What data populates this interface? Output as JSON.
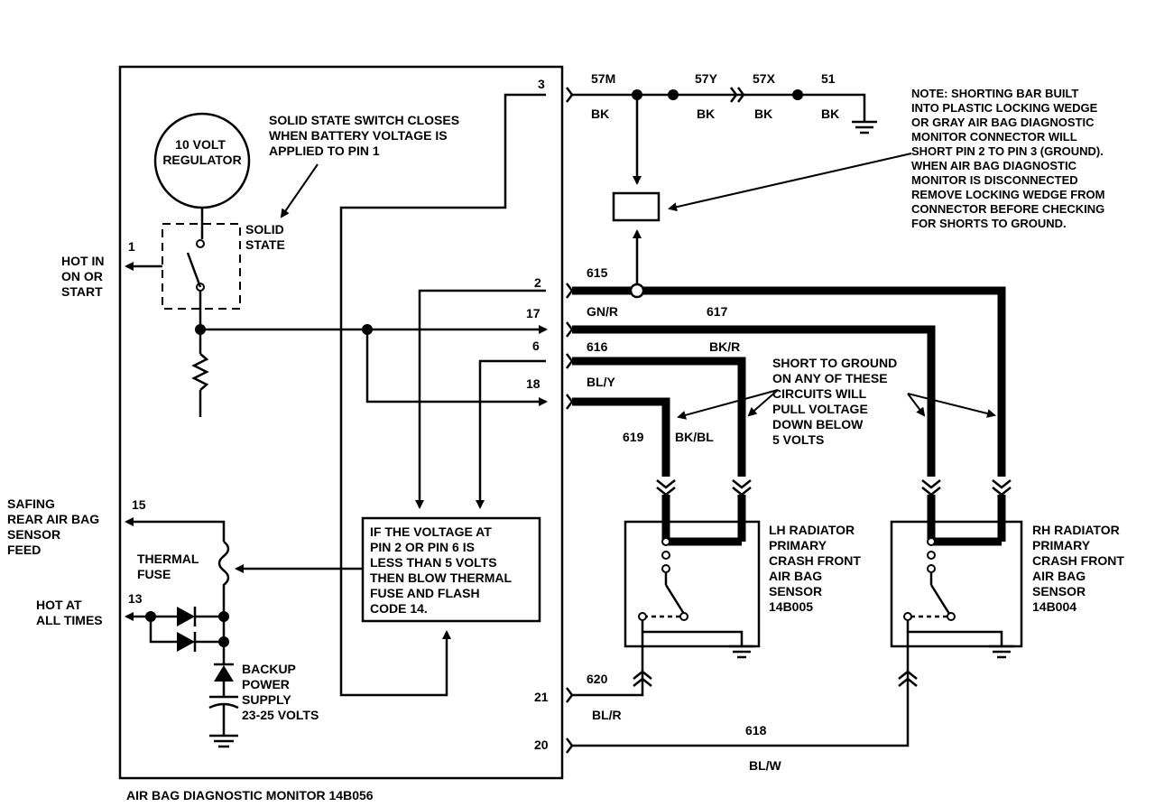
{
  "monitor": {
    "caption": "AIR BAG DIAGNOSTIC MONITOR 14B056",
    "regulator": [
      "10 VOLT",
      "REGULATOR"
    ],
    "switch_note": [
      "SOLID STATE SWITCH CLOSES",
      "WHEN BATTERY VOLTAGE IS",
      "APPLIED TO PIN 1"
    ],
    "solid_state": [
      "SOLID",
      "STATE"
    ],
    "hot_in": [
      "HOT IN",
      "ON OR",
      "START"
    ],
    "safing": [
      "SAFING",
      "REAR AIR BAG",
      "SENSOR",
      "FEED"
    ],
    "thermal_fuse": [
      "THERMAL",
      "FUSE"
    ],
    "hot_at": [
      "HOT AT",
      "ALL TIMES"
    ],
    "backup": [
      "BACKUP",
      "POWER",
      "SUPPLY",
      "23-25 VOLTS"
    ],
    "logic_box": [
      "IF THE VOLTAGE AT",
      "PIN 2 OR PIN 6 IS",
      "LESS THAN 5 VOLTS",
      "THEN BLOW THERMAL",
      "FUSE AND FLASH",
      "CODE 14."
    ]
  },
  "pins": {
    "p1": "1",
    "p2": "2",
    "p3": "3",
    "p6": "6",
    "p13": "13",
    "p15": "15",
    "p17": "17",
    "p18": "18",
    "p20": "20",
    "p21": "21"
  },
  "circuits": {
    "c57m": "57M",
    "c57y": "57Y",
    "c57x": "57X",
    "c51": "51",
    "bk1": "BK",
    "bk2": "BK",
    "bk3": "BK",
    "bk4": "BK",
    "c615": "615",
    "gnr": "GN/R",
    "c617": "617",
    "c616": "616",
    "bkr": "BK/R",
    "bly": "BL/Y",
    "c619": "619",
    "bkbl": "BK/BL",
    "c620": "620",
    "blr": "BL/R",
    "c618": "618",
    "blw": "BL/W"
  },
  "note": [
    "NOTE:  SHORTING BAR BUILT",
    "INTO PLASTIC LOCKING WEDGE",
    "OR GRAY AIR BAG DIAGNOSTIC",
    "MONITOR CONNECTOR WILL",
    "SHORT PIN 2 TO PIN 3 (GROUND).",
    "WHEN AIR BAG DIAGNOSTIC",
    "MONITOR IS DISCONNECTED",
    "REMOVE LOCKING WEDGE FROM",
    "CONNECTOR BEFORE CHECKING",
    "FOR SHORTS TO GROUND."
  ],
  "short_note": [
    "SHORT TO GROUND",
    "ON ANY OF THESE",
    "CIRCUITS WILL",
    "PULL VOLTAGE",
    "DOWN BELOW",
    "5 VOLTS"
  ],
  "lh_sensor": [
    "LH  RADIATOR",
    "PRIMARY",
    "CRASH FRONT",
    "AIR BAG",
    "SENSOR",
    "14B005"
  ],
  "rh_sensor": [
    "RH  RADIATOR",
    "PRIMARY",
    "CRASH FRONT",
    "AIR BAG",
    "SENSOR",
    "14B004"
  ]
}
